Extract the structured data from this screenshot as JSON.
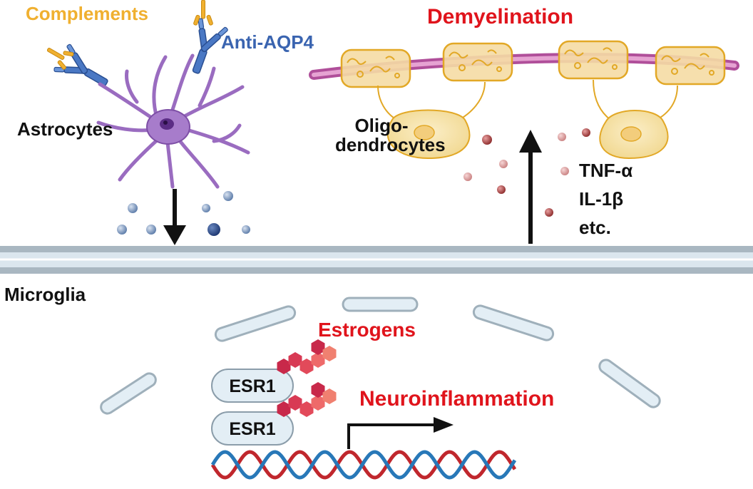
{
  "labels": {
    "complements": "Complements",
    "anti_aqp4": "Anti-AQP4",
    "astrocytes": "Astrocytes",
    "demyelination": "Demyelination",
    "oligo_line1": "Oligo-",
    "oligo_line2": "dendrocytes",
    "tnf": "TNF-α",
    "il1b": "IL-1β",
    "etc": "etc.",
    "microglia": "Microglia",
    "estrogens": "Estrogens",
    "esr1_top": "ESR1",
    "esr1_bottom": "ESR1",
    "neuroinflammation": "Neuroinflammation"
  },
  "colors": {
    "accent_red": "#e0141c",
    "complement_orange": "#f0b030",
    "antibody_blue": "#3a64b0",
    "astrocyte_purple": "#9a6cc0",
    "myelin_purple": "#b04f9a",
    "oligo_cream": "#f7e0a2",
    "cytokine_red": "#a83a3a",
    "estrogen_red": "#d63a54",
    "membrane_grey": "#a9b7c1",
    "dna_red": "#c0272d",
    "dna_blue": "#2878b8"
  },
  "icons": [
    "antibody-icon",
    "complement-icon",
    "astrocyte-icon",
    "myelin-sheath-icon",
    "oligodendrocyte-icon",
    "estrogen-molecule-icon",
    "dna-helix-icon"
  ]
}
